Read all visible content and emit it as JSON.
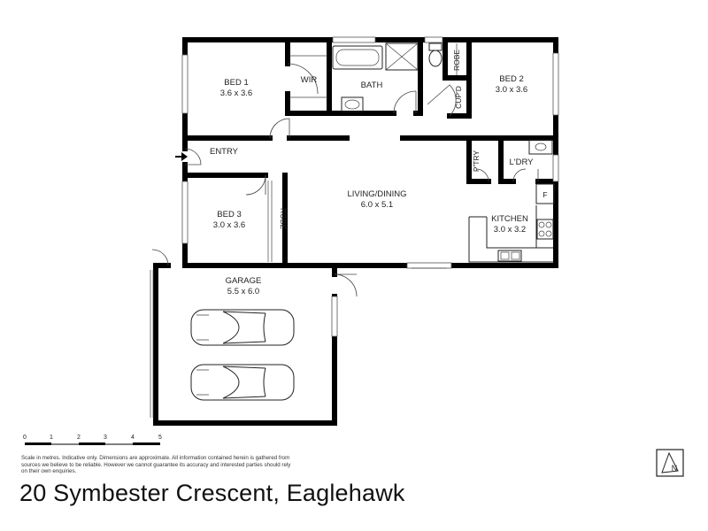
{
  "rooms": {
    "bed1": {
      "name": "BED 1",
      "size": "3.6 x 3.6"
    },
    "wir": {
      "name": "WIR"
    },
    "bath": {
      "name": "BATH"
    },
    "robe1": {
      "name": "ROBE"
    },
    "cupd": {
      "name": "CUP'D"
    },
    "bed2": {
      "name": "BED 2",
      "size": "3.0 x 3.6"
    },
    "entry": {
      "name": "ENTRY"
    },
    "ptry": {
      "name": "P'TRY"
    },
    "ldry": {
      "name": "L'DRY"
    },
    "fridge": {
      "name": "F"
    },
    "living": {
      "name": "LIVING/DINING",
      "size": "6.0 x 5.1"
    },
    "bed3": {
      "name": "BED 3",
      "size": "3.0 x 3.6"
    },
    "robe3": {
      "name": "ROBE"
    },
    "kitchen": {
      "name": "KITCHEN",
      "size": "3.0 x 3.2"
    },
    "garage": {
      "name": "GARAGE",
      "size": "5.5 x 6.0"
    }
  },
  "scale": {
    "ticks": [
      "0",
      "1",
      "2",
      "3",
      "4",
      "5"
    ]
  },
  "disclaimer": "Scale in metres. Indicative only. Dimensions are approximate. All information contained herein is gathered from sources we believe to be reliable. However we cannot guarantee its accuracy and interested parties should rely on their own enquiries.",
  "compass": {
    "label": "N"
  },
  "address": "20 Symbester Crescent, Eaglehawk"
}
